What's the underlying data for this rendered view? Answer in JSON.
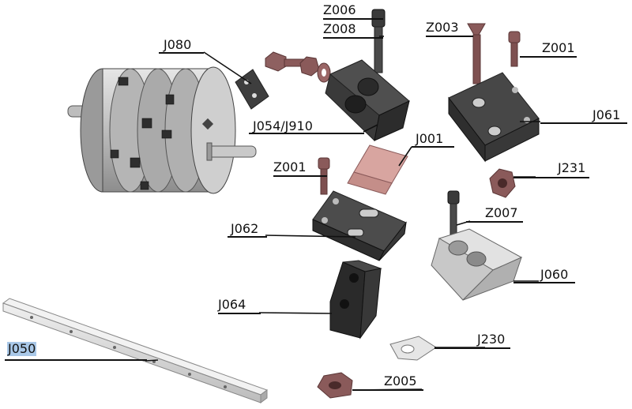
{
  "labels": {
    "z006": "Z006",
    "z008": "Z008",
    "z003": "Z003",
    "z001_top": "Z001",
    "j080": "J080",
    "j061": "J061",
    "j054": "J054/J910",
    "j001": "J001",
    "z001_mid": "Z001",
    "j231": "J231",
    "z007": "Z007",
    "j062": "J062",
    "j060": "J060",
    "j064": "J064",
    "j050": "J050",
    "j230": "J230",
    "z005": "Z005"
  },
  "colors": {
    "part_dark": "#3c3c3c",
    "part_light": "#d4d4d4",
    "hardware": "#8a5a5a",
    "copper": "#d8a5a0",
    "highlight": "#a9c8e8"
  },
  "selected_label": "j050"
}
